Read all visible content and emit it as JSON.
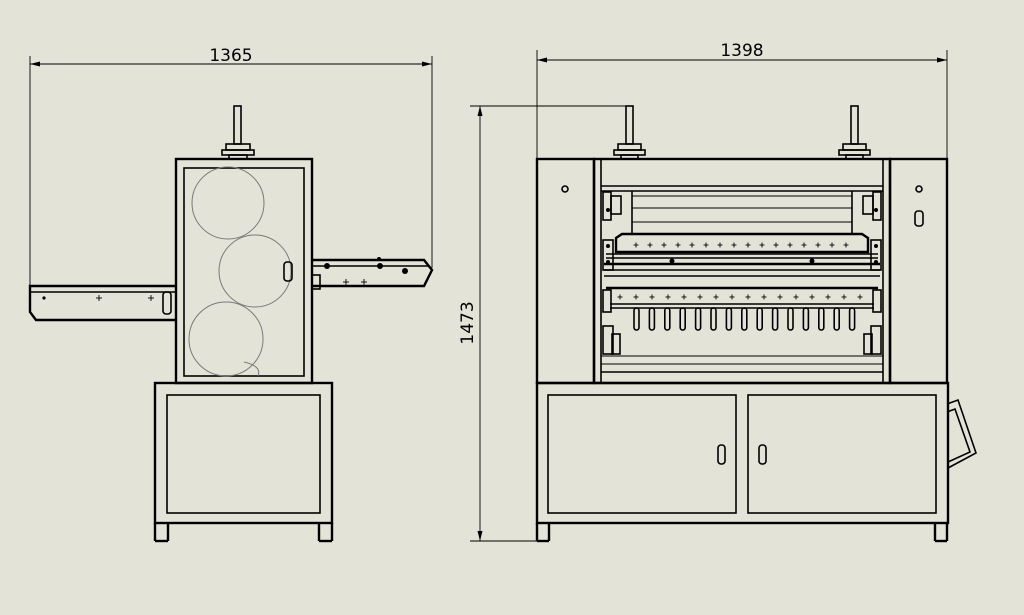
{
  "dimensions": {
    "side_width": "1365",
    "front_width": "1398",
    "front_height": "1473"
  },
  "colors": {
    "background": "#e4e3d8",
    "line": "#000000",
    "hidden_circle": "#7a7a7a"
  }
}
